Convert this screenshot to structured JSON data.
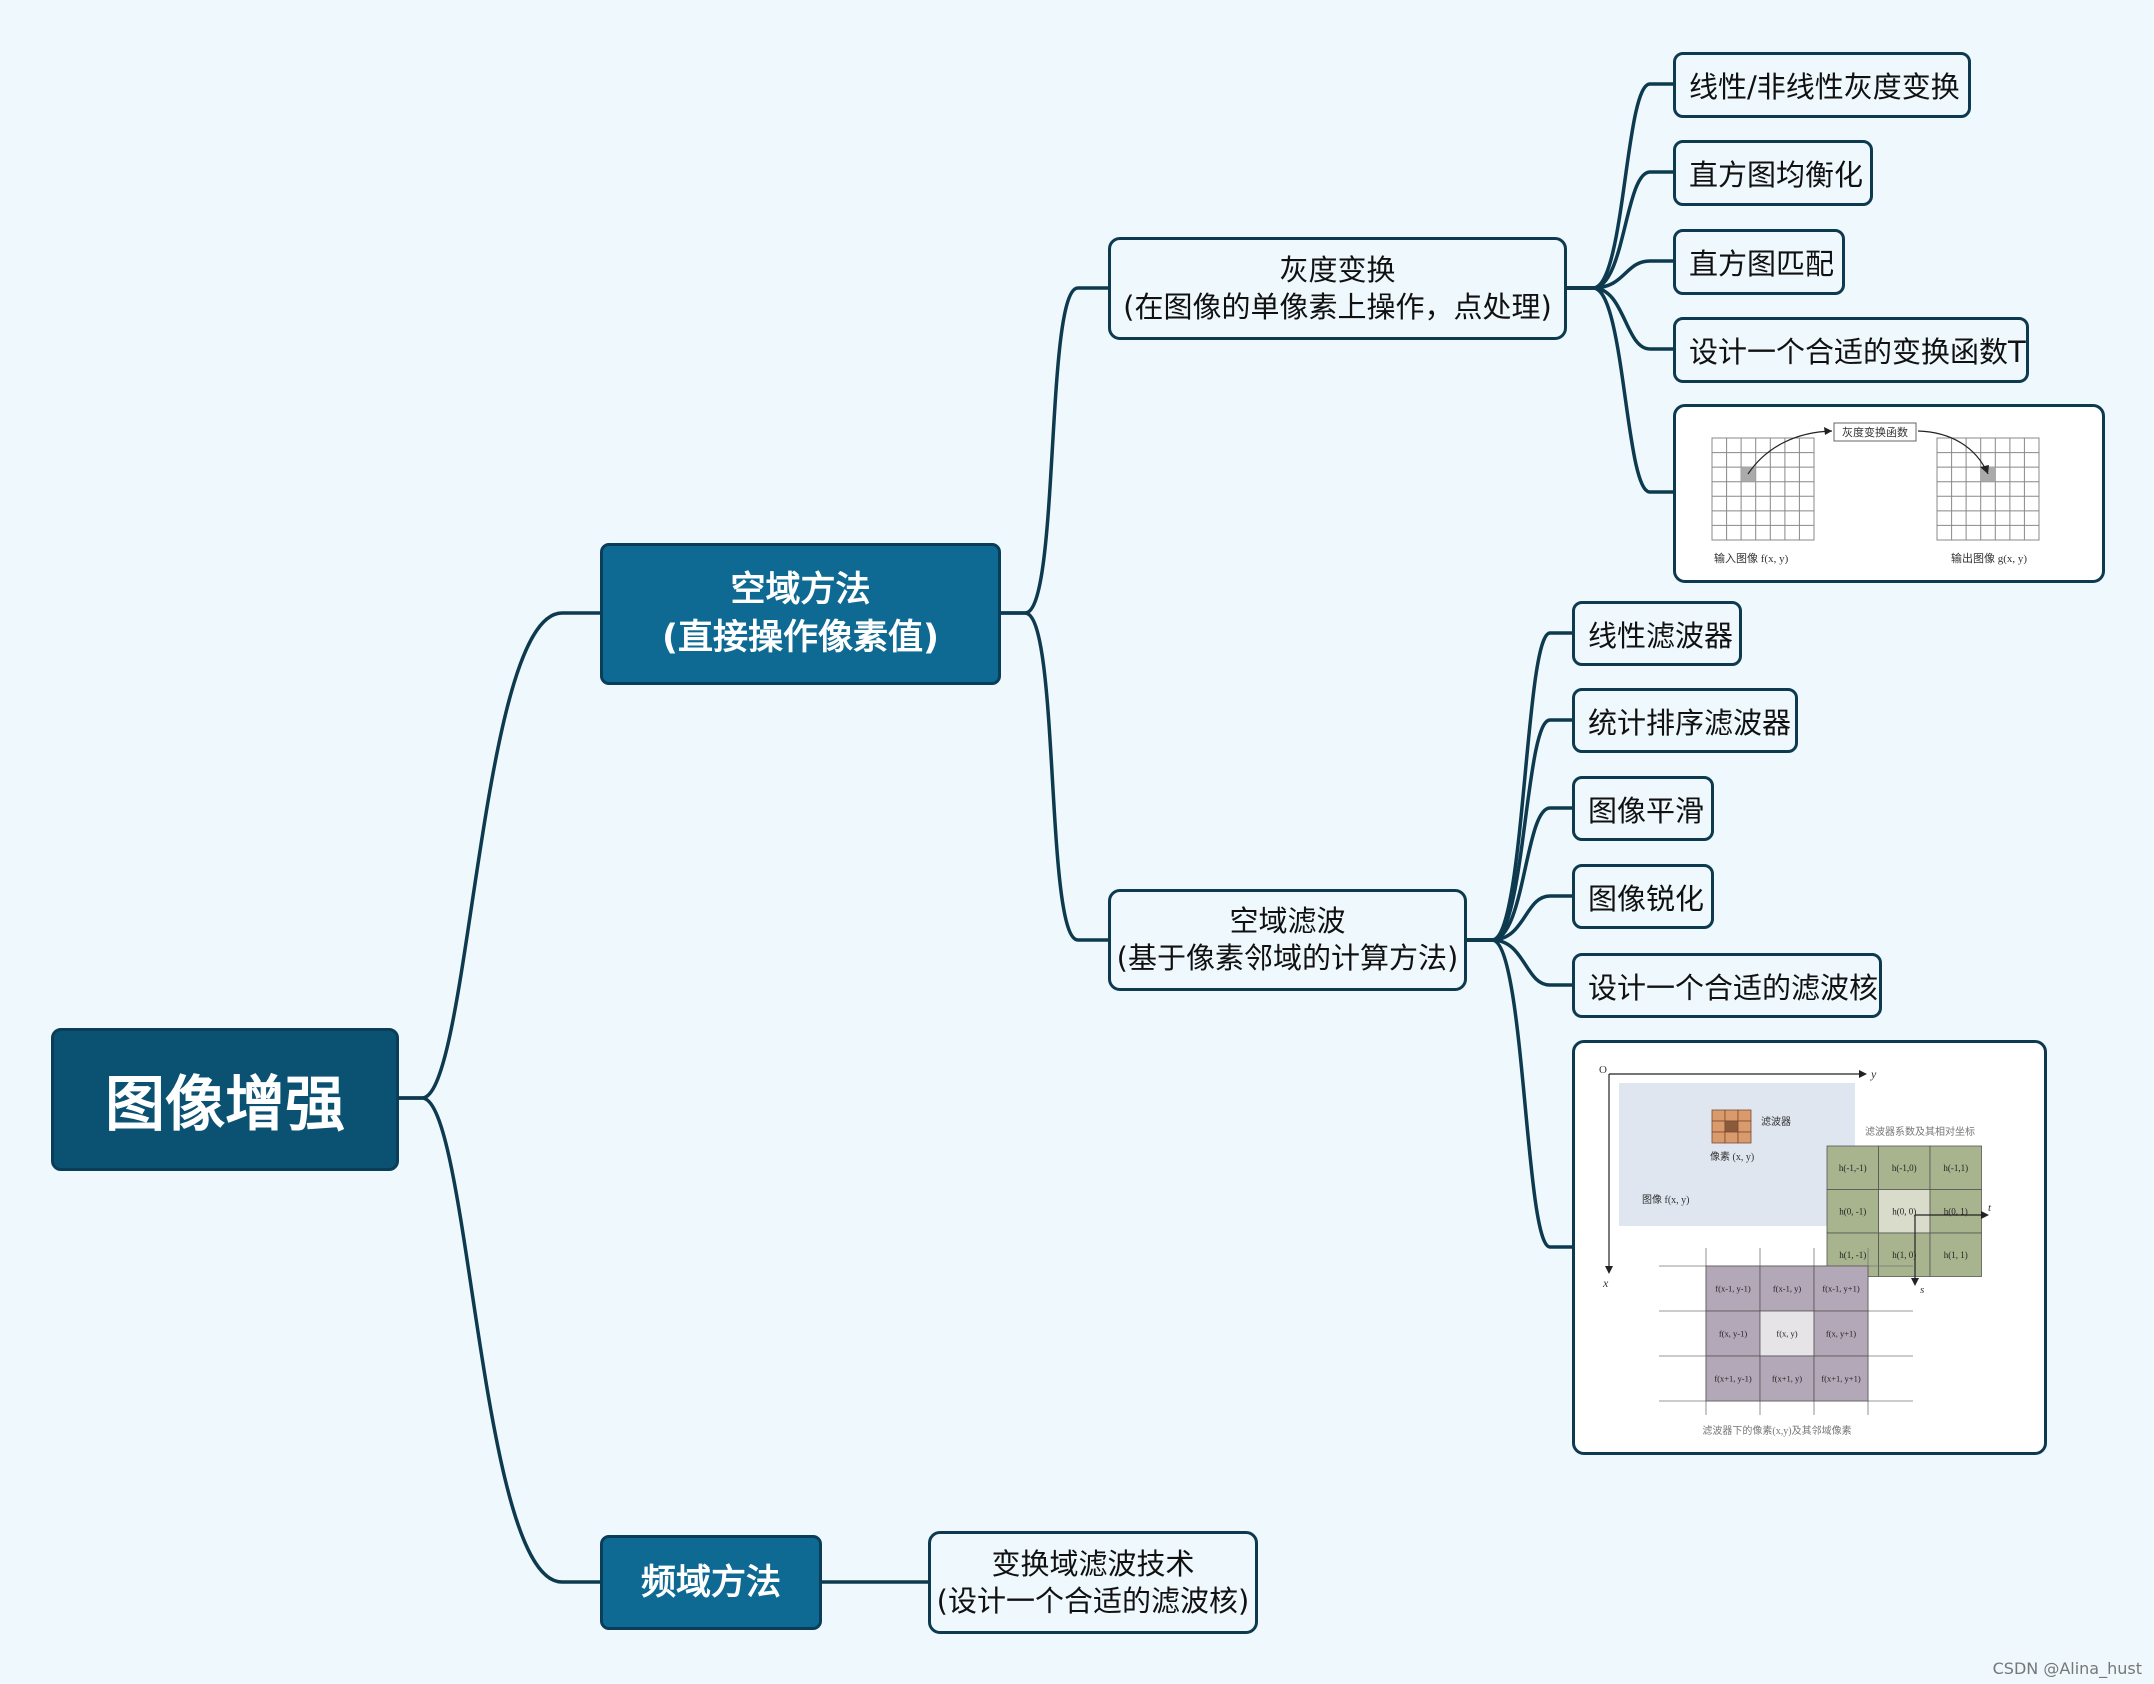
{
  "root": {
    "label": "图像增强"
  },
  "spatial": {
    "line1": "空域方法",
    "line2": "(直接操作像素值)",
    "gray": {
      "line1": "灰度变换",
      "line2": "(在图像的单像素上操作，点处理)",
      "leaves": [
        "线性/非线性灰度变换",
        "直方图均衡化",
        "直方图匹配",
        "设计一个合适的变换函数T"
      ],
      "figure": {
        "func_label": "灰度变换函数",
        "input_label": "输入图像 f(x, y)",
        "output_label": "输出图像 g(x, y)"
      }
    },
    "filter": {
      "line1": "空域滤波",
      "line2": "(基于像素邻域的计算方法)",
      "leaves": [
        "线性滤波器",
        "统计排序滤波器",
        "图像平滑",
        "图像锐化",
        "设计一个合适的滤波核"
      ],
      "figure": {
        "origin": "O",
        "y_axis": "y",
        "x_axis": "x",
        "filter_label": "滤波器",
        "pixel_label": "像素 (x, y)",
        "image_label": "图像 f(x, y)",
        "coef_title": "滤波器系数及其相对坐标",
        "coef_cells": [
          "h(-1,-1)",
          "h(-1,0)",
          "h(-1,1)",
          "h(0, -1)",
          "h(0, 0)",
          "h(0, 1)",
          "h(1, -1)",
          "h(1, 0)",
          "h(1, 1)"
        ],
        "t_axis": "t",
        "s_axis": "s",
        "pix_cells": [
          "f(x-1, y-1)",
          "f(x-1, y)",
          "f(x-1, y+1)",
          "f(x, y-1)",
          "f(x, y)",
          "f(x, y+1)",
          "f(x+1, y-1)",
          "f(x+1, y)",
          "f(x+1, y+1)"
        ],
        "pix_caption": "滤波器下的像素(x,y)及其邻域像素"
      }
    }
  },
  "frequency": {
    "label": "频域方法",
    "child": {
      "line1": "变换域滤波技术",
      "line2": "(设计一个合适的滤波核)"
    }
  },
  "watermark": "CSDN @Alina_hust",
  "colors": {
    "background": "#eef8fd",
    "root": "#0b5272",
    "level1": "#0e6a93",
    "line": "#0d3a4e"
  }
}
